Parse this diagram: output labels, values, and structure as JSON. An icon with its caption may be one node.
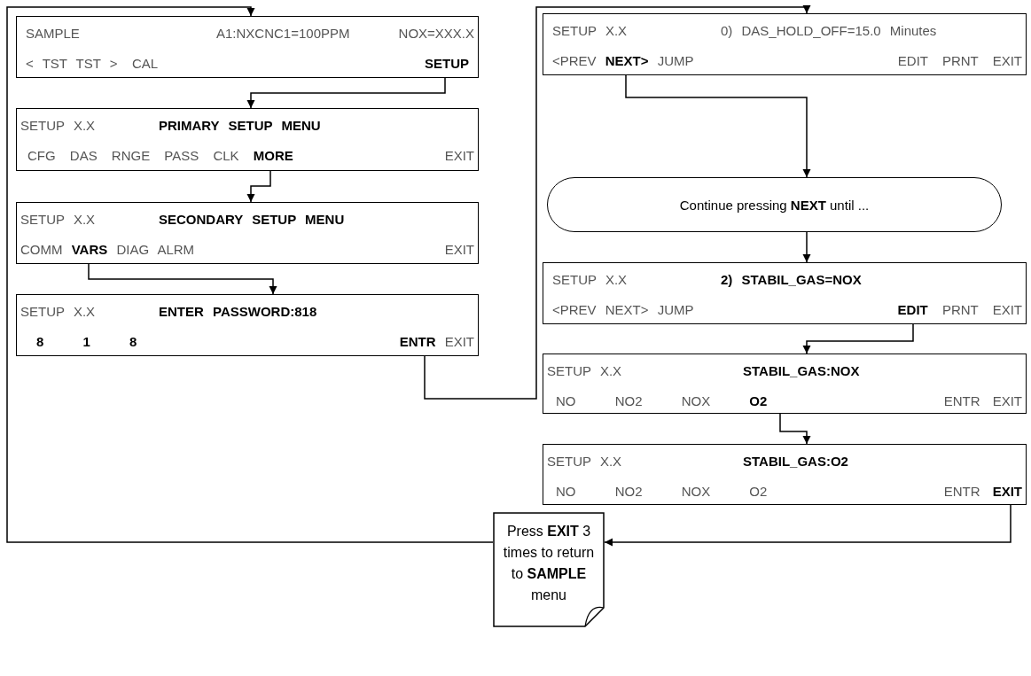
{
  "diagram": {
    "nodes": [
      {
        "text": [
          "SAMPLE",
          "A1:NXCNC1=100PPM",
          "NOX=XXX.X",
          "< TST TST >",
          "CAL",
          "SETUP"
        ]
      },
      {
        "text": [
          "SETUP X.X",
          "PRIMARY SETUP MENU",
          "CFG DAS RNGE PASS CLK **MORE**",
          "EXIT"
        ]
      },
      {
        "text": [
          "SETUP X.X",
          "SECONDARY SETUP MENU",
          "COMM **VARS** DIAG ALRM",
          "EXIT"
        ]
      },
      {
        "text": [
          "SETUP X.X",
          "ENTER PASSWORD:818",
          "8 1 8",
          "**ENTR** EXIT"
        ]
      },
      {
        "text": [
          "SETUP X.X",
          "0) DAS_HOLD_OFF=15.0 Minutes",
          "<PREV **NEXT>** JUMP",
          "EDIT PRNT EXIT"
        ]
      },
      {
        "text": [
          "Continue pressing **NEXT** until ..."
        ]
      },
      {
        "text": [
          "SETUP X.X",
          "2) STABIL_GAS=NOX",
          "<PREV NEXT> JUMP",
          "**EDIT** PRNT EXIT"
        ]
      },
      {
        "text": [
          "SETUP X.X",
          "STABIL_GAS:NOX",
          "NO NO2 NOX **O2**",
          "ENTR EXIT"
        ]
      },
      {
        "text": [
          "SETUP X.X",
          "STABIL_GAS:O2",
          "NO NO2 NOX O2",
          "ENTR **EXIT**"
        ]
      },
      {
        "text": [
          "Press **EXIT** 3 times to return to **SAMPLE** menu"
        ]
      }
    ],
    "edges": [
      {
        "from": 0,
        "to": 1,
        "arrow": "to"
      },
      {
        "from": 1,
        "to": 2,
        "arrow": "to"
      },
      {
        "from": 2,
        "to": 3,
        "arrow": "to"
      },
      {
        "from": 3,
        "to": 4,
        "arrow": "to"
      },
      {
        "from": 4,
        "to": 5,
        "arrow": "to"
      },
      {
        "from": 5,
        "to": 6,
        "arrow": "to"
      },
      {
        "from": 6,
        "to": 7,
        "arrow": "to"
      },
      {
        "from": 7,
        "to": 8,
        "arrow": "to"
      },
      {
        "from": 8,
        "to": 9,
        "arrow": "to"
      },
      {
        "from": 9,
        "to": 0,
        "arrow": "to"
      }
    ]
  }
}
